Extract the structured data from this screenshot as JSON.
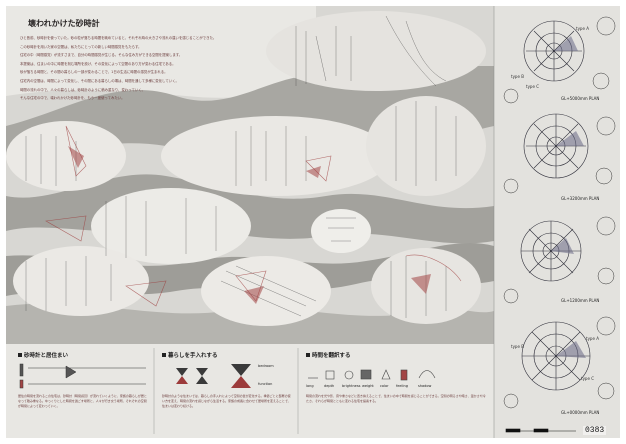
{
  "title": "壊われかけた砂時計",
  "intro_paragraphs": [
    "ひと昔前、砂時計を使っていた。砂の粒が落ちる時間を眺めていると、それぞれ時の大きさや流れの違いを感じることができた。",
    "この砂時計を用いた家の空間は、私たちにとっての新しい時間感覚をもたらす。",
    "住宅の中（時間感覚）が流すさまで、自分の時間感覚が生じる。そんな住み方ができる空間を提案します。",
    "本提案は、住まいの中に時間を刻む場所を設け、その変化によって空間のあり方が変わる住宅である。",
    "砂が落ちる時間と、その間の暮らしの一部が変わることで、1日の生活に時間の感覚が生まれる。",
    "住宅内の空間は、時間によって変化し、その間にある暮らしの場は、時間を通して多様に変化していく。",
    "時間の流れの中で、人々の暮らしは、砂時計のように積み重なり、変わっていく。",
    "そんな住宅の中で、壊われかけた砂時計を、もう一度使ってみたい。"
  ],
  "plans": [
    {
      "label": "GL+5000mm PLAN"
    },
    {
      "label": "GL+3200mm PLAN"
    },
    {
      "label": "GL+1200mm PLAN"
    },
    {
      "label": "GL+0000mm PLAN"
    }
  ],
  "type_labels": [
    "type A",
    "type B",
    "type C",
    "type A",
    "type B",
    "type C"
  ],
  "panels": [
    {
      "title": "砂時計と居住まい",
      "body": "居住の時間を流れるこの住宅は、砂時計（時間感覚）が流れていくように、家族の暮らしが層となって積み重なる。ゆっくりとした時間を過ごす場所と、人々が行き交う場所、それぞれの空間が時間によって変わっていく。"
    },
    {
      "title": "暮らしを手入れする",
      "body": "砂時計のような住まいでは、暮らしの手入れによって空間の質が変化する。季節ごとに部屋の使い方を変え、時間の流れを感じながら生活する。家族の成長に合わせて居場所を変えることで、住まいは変わり続ける。"
    },
    {
      "title": "時間を翻訳する",
      "body": "時間の流れを光や影、音や重さなどに置き換えることで、住まいの中で時間を感じることができる。空間の明るさや暗さ、温かさや冷たさ、それらが時間とともに変わる住宅を提案する。"
    }
  ],
  "panel2_labels": [
    "bedroom",
    "function"
  ],
  "panel3_labels": [
    "long",
    "depth",
    "brightness",
    "weight",
    "color",
    "feeling",
    "shadow"
  ],
  "sheet_number": "0383"
}
